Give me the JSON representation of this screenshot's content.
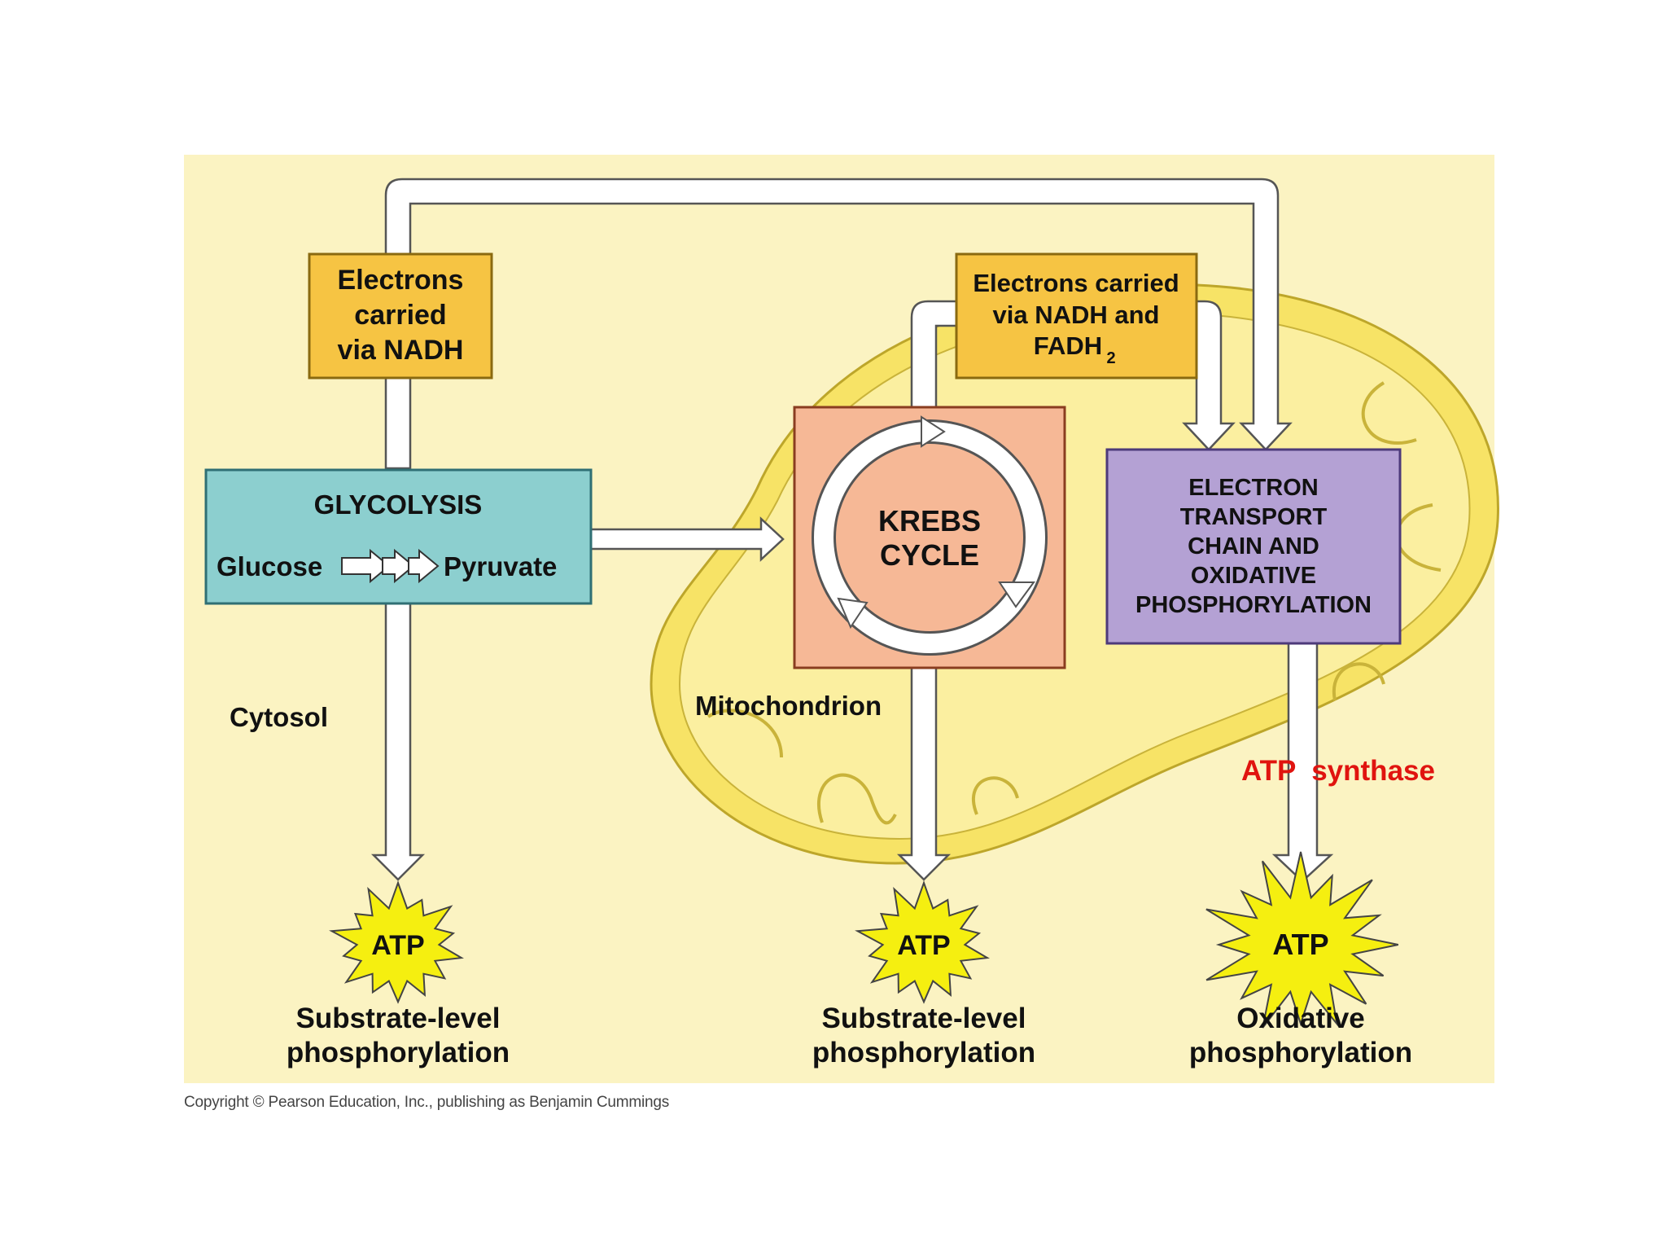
{
  "colors": {
    "panel": "#fbf3c2",
    "mito_outer": "#f7e366",
    "mito_inner": "#fbefa0",
    "box_orange": "#f6c443",
    "glycolysis_box": "#8ccfcf",
    "krebs_box": "#f6b896",
    "etc_box": "#b4a1d4",
    "atp_burst": "#f5ef10",
    "atp_synthase_text": "#e0140f",
    "arrow_fill": "#ffffff",
    "arrow_stroke": "#555555"
  },
  "nadh_box": {
    "line1": "Electrons",
    "line2": "carried",
    "line3": "via NADH"
  },
  "nadh_fadh_box": {
    "line1": "Electrons carried",
    "line2": "via NADH and",
    "line3": "FADH",
    "subscript": "2"
  },
  "glycolysis": {
    "title": "GLYCOLYSIS",
    "left": "Glucose",
    "right": "Pyruvate"
  },
  "krebs": {
    "line1": "KREBS",
    "line2": "CYCLE"
  },
  "etc": {
    "line1": "ELECTRON",
    "line2": "TRANSPORT",
    "line3": "CHAIN AND",
    "line4": "OXIDATIVE",
    "line5": "PHOSPHORYLATION"
  },
  "regions": {
    "cytosol": "Cytosol",
    "mitochondrion": "Mitochondrion"
  },
  "annotation": "ATP  synthase",
  "atp_bursts": [
    {
      "label": "ATP",
      "caption1": "Substrate-level",
      "caption2": "phosphorylation"
    },
    {
      "label": "ATP",
      "caption1": "Substrate-level",
      "caption2": "phosphorylation"
    },
    {
      "label": "ATP",
      "caption1": "Oxidative",
      "caption2": "phosphorylation"
    }
  ],
  "copyright": "Copyright © Pearson Education, Inc., publishing as Benjamin Cummings"
}
